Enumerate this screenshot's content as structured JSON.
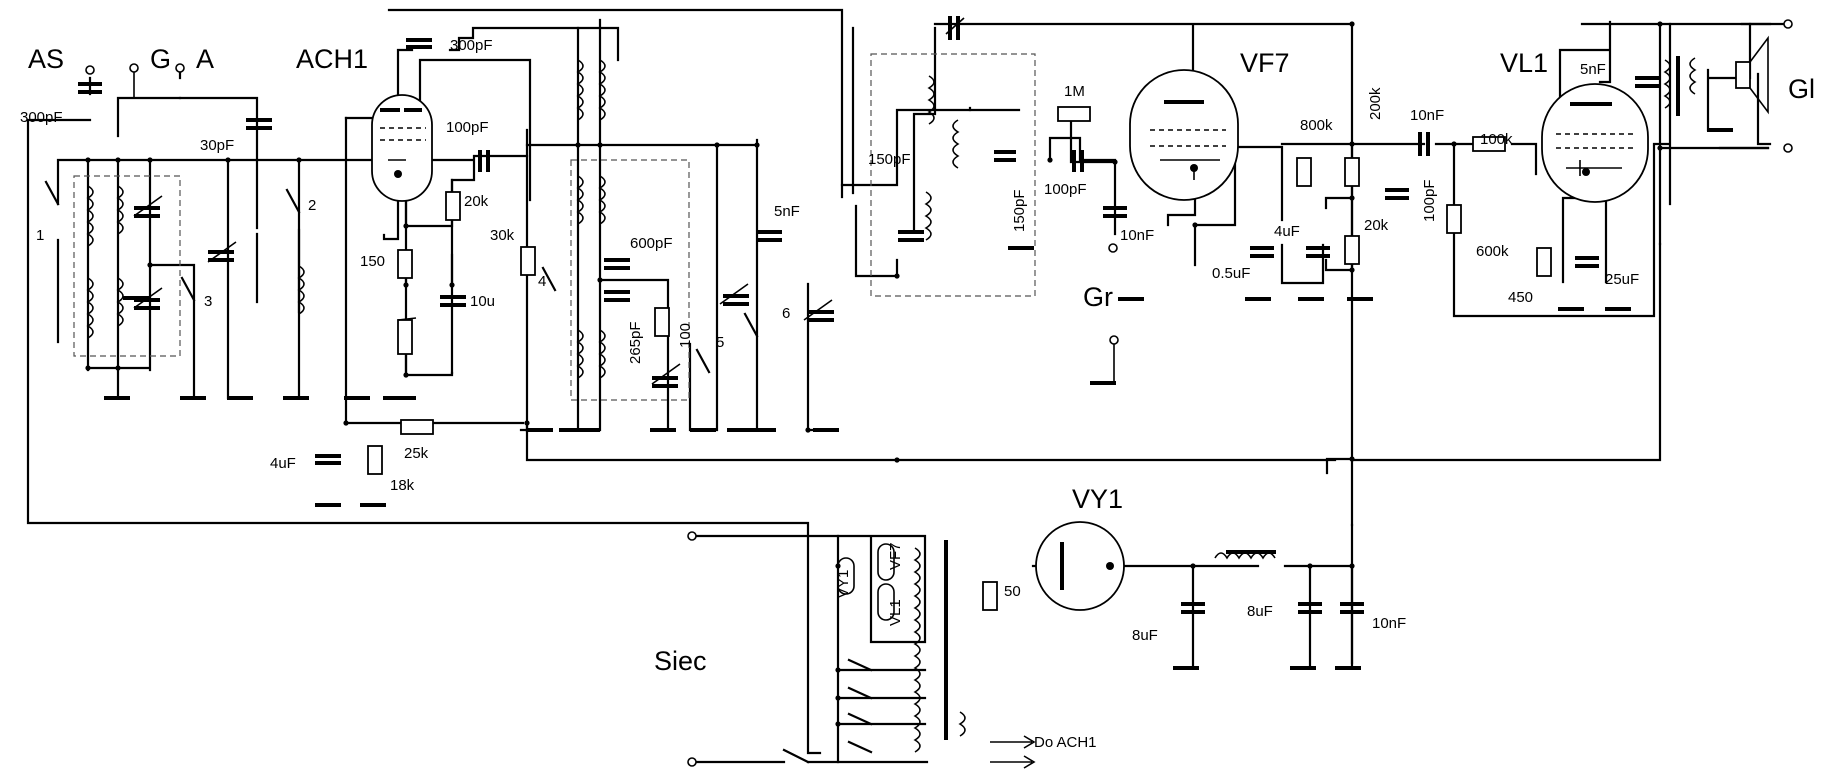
{
  "diagram": {
    "inputs": {
      "as": "AS",
      "g": "G",
      "a": "A",
      "gr": "Gr",
      "gl": "Gl",
      "mains": "Siec",
      "to_tube": "Do ACH1"
    },
    "tubes": {
      "mixer": "ACH1",
      "if_amp": "VF7",
      "output": "VL1",
      "rectifier": "VY1"
    },
    "heater_labels": {
      "vy1": "VY1",
      "vf7": "VF7",
      "vl1": "VL1"
    },
    "switches": {
      "s1": "1",
      "s2": "2",
      "s3": "3",
      "s4": "4",
      "s5": "5",
      "s6": "6"
    },
    "components": {
      "c_as": "300pF",
      "c_ant": "30pF",
      "c_grid": "300pF",
      "c_coup": "100pF",
      "r_20k": "20k",
      "r_150": "150",
      "c_10u": "10u",
      "r_30k": "30k",
      "c_4uf": "4uF",
      "r_25k": "25k",
      "r_18k": "18k",
      "c_600": "600pF",
      "c_265": "265pF",
      "r_100": "100",
      "c_5nf": "5nF",
      "c_if1": "150pF",
      "c_if2": "150pF",
      "r_1m": "1M",
      "c_100pf2": "100pF",
      "c_10nf_det": "10nF",
      "c_05": "0.5uF",
      "c_4uf2": "4uF",
      "r_800k": "800k",
      "r_200k": "200k",
      "r_20k2": "20k",
      "c_10nf_c": "10nF",
      "c_100pf3": "100pF",
      "r_100k": "100k",
      "r_600k": "600k",
      "r_450": "450",
      "c_25u": "25uF",
      "c_5nf2": "5nF",
      "r_50": "50",
      "c_8u1": "8uF",
      "c_8u2": "8uF",
      "c_10nf_f": "10nF"
    }
  }
}
